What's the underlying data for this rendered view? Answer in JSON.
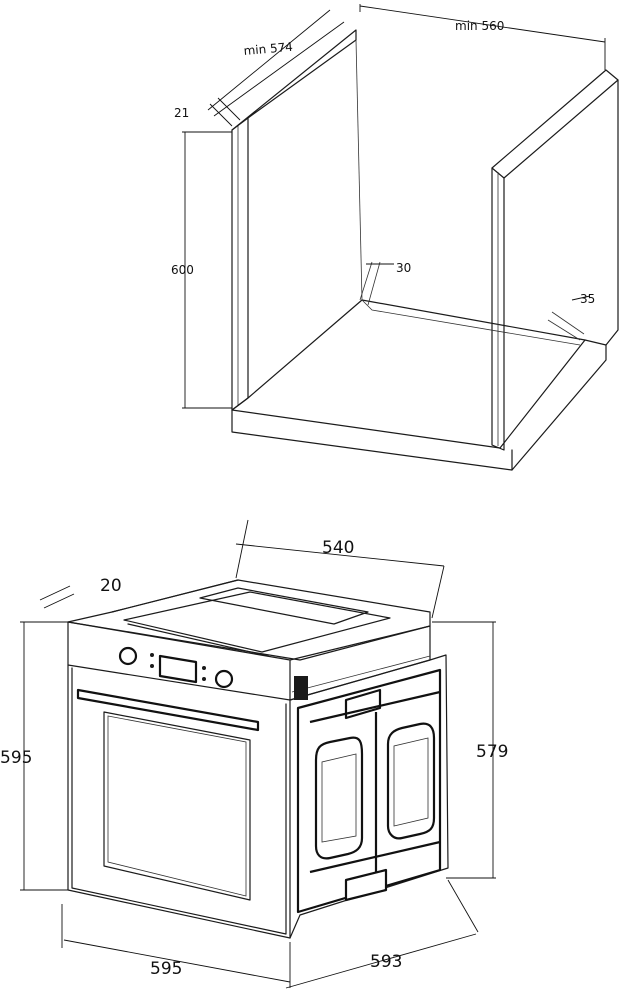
{
  "cabinet": {
    "dimensions": {
      "depth_min": "min 574",
      "width_min": "min 560",
      "thickness": "21",
      "height": "600",
      "back_gap": "30",
      "side_gap": "35"
    }
  },
  "oven": {
    "dimensions": {
      "body_depth": "540",
      "panel_thickness": "20",
      "front_height": "595",
      "body_height": "579",
      "front_width": "595",
      "body_width": "593"
    }
  }
}
